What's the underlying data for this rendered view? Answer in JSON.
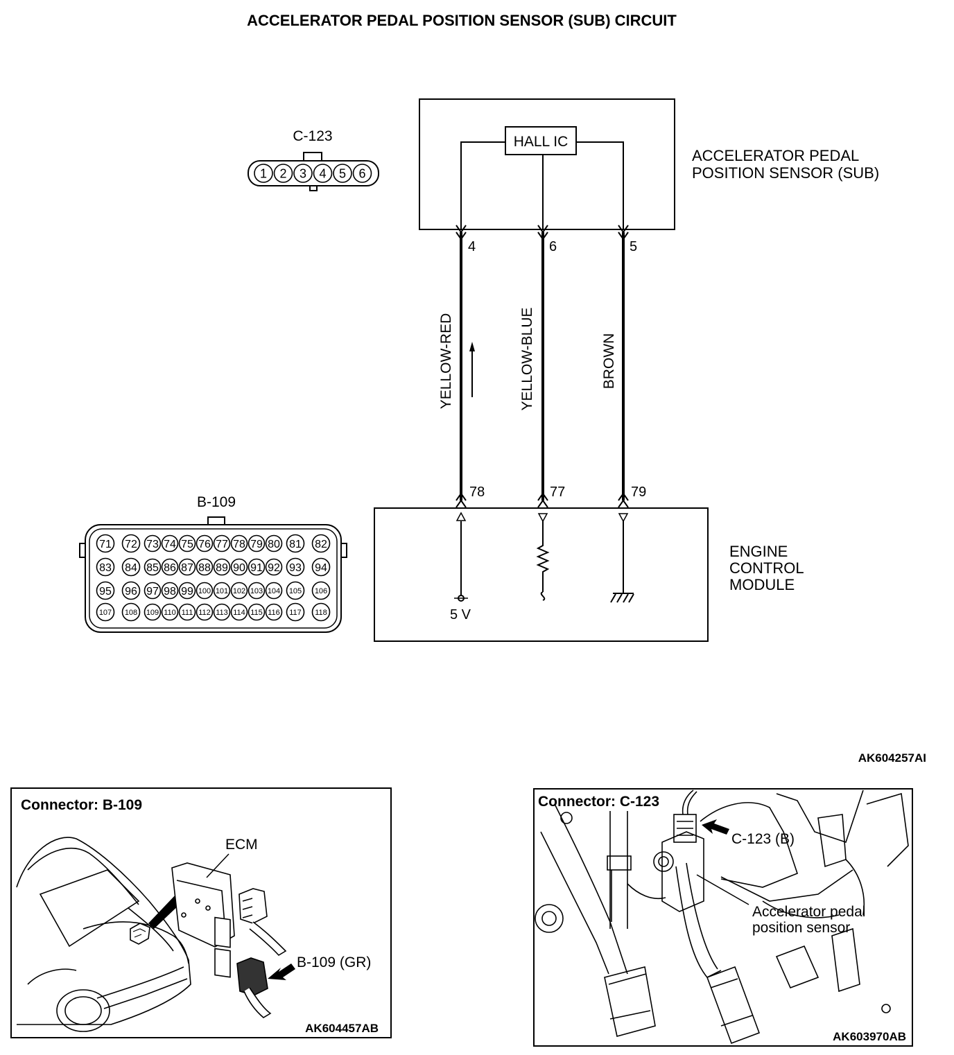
{
  "title": "ACCELERATOR PEDAL POSITION SENSOR (SUB) CIRCUIT",
  "sensor": {
    "name_line1": "ACCELERATOR PEDAL",
    "name_line2": "POSITION SENSOR (SUB)",
    "ic_label": "HALL IC"
  },
  "ecm": {
    "name_line1": "ENGINE",
    "name_line2": "CONTROL",
    "name_line3": "MODULE",
    "supply": "5 V"
  },
  "wires": [
    {
      "sensor_pin": "4",
      "ecm_pin": "78",
      "color": "YELLOW-RED"
    },
    {
      "sensor_pin": "6",
      "ecm_pin": "77",
      "color": "YELLOW-BLUE"
    },
    {
      "sensor_pin": "5",
      "ecm_pin": "79",
      "color": "BROWN"
    }
  ],
  "connector_c123": {
    "label": "C-123",
    "pins": [
      "1",
      "2",
      "3",
      "4",
      "5",
      "6"
    ]
  },
  "connector_b109": {
    "label": "B-109",
    "rows": [
      [
        "71",
        "72",
        "73",
        "74",
        "75",
        "76",
        "77",
        "78",
        "79",
        "80",
        "81",
        "82"
      ],
      [
        "83",
        "84",
        "85",
        "86",
        "87",
        "88",
        "89",
        "90",
        "91",
        "92",
        "93",
        "94"
      ],
      [
        "95",
        "96",
        "97",
        "98",
        "99",
        "100",
        "101",
        "102",
        "103",
        "104",
        "105",
        "106"
      ],
      [
        "107",
        "108",
        "109",
        "110",
        "111",
        "112",
        "113",
        "114",
        "115",
        "116",
        "117",
        "118"
      ]
    ]
  },
  "figure_code": "AK604257AI",
  "panel_left": {
    "title": "Connector: B-109",
    "ecm_label": "ECM",
    "connector_label": "B-109 (GR)",
    "code": "AK604457AB"
  },
  "panel_right": {
    "title": "Connector: C-123",
    "connector_label": "C-123 (B)",
    "sensor_line1": "Accelerator pedal",
    "sensor_line2": "position sensor",
    "code": "AK603970AB"
  }
}
